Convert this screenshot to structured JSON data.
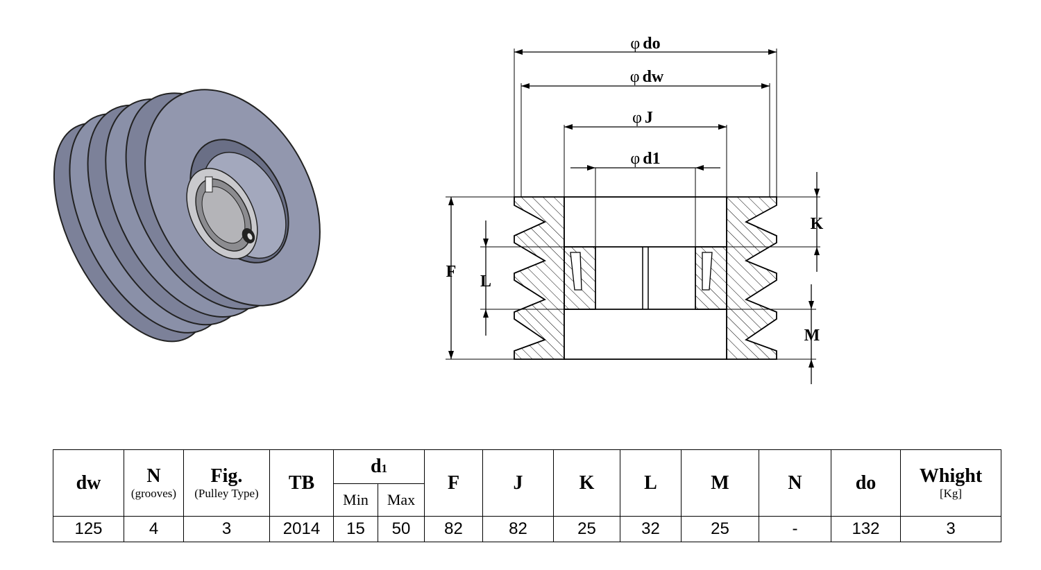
{
  "drawing": {
    "labels": {
      "do": "do",
      "dw": "dw",
      "J": "J",
      "d1": "d1",
      "K": "K",
      "F": "F",
      "L": "L",
      "M": "M"
    },
    "diameter_symbol": "φ",
    "colors": {
      "pulley_body": "#8a90a8",
      "pulley_dark": "#5c6178",
      "pulley_light": "#a9aec4",
      "bushing": "#c8c8cc"
    }
  },
  "table": {
    "headers": {
      "dw": "dw",
      "N": "N",
      "N_sub": "(grooves)",
      "Fig": "Fig.",
      "Fig_sub": "(Pulley Type)",
      "TB": "TB",
      "d1_main": "d",
      "d1_index": "1",
      "min": "Min",
      "max": "Max",
      "F": "F",
      "J": "J",
      "K": "K",
      "L": "L",
      "M": "M",
      "N2": "N",
      "do": "do",
      "weight": "Whight",
      "weight_sub": "[Kg]"
    },
    "row": {
      "dw": "125",
      "N": "4",
      "Fig": "3",
      "TB": "2014",
      "min": "15",
      "max": "50",
      "F": "82",
      "J": "82",
      "K": "25",
      "L": "32",
      "M": "25",
      "N2": "-",
      "do": "132",
      "weight": "3"
    }
  }
}
